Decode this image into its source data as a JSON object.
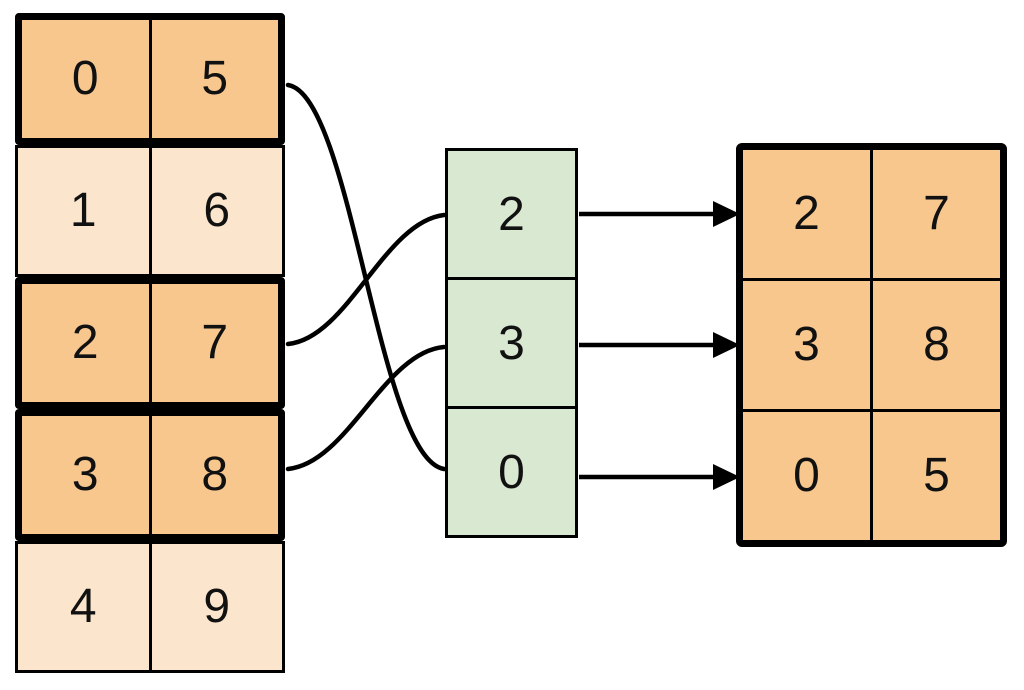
{
  "source_table": {
    "rows": [
      {
        "values": [
          "0",
          "5"
        ],
        "highlighted": true
      },
      {
        "values": [
          "1",
          "6"
        ],
        "highlighted": false
      },
      {
        "values": [
          "2",
          "7"
        ],
        "highlighted": true
      },
      {
        "values": [
          "3",
          "8"
        ],
        "highlighted": true
      },
      {
        "values": [
          "4",
          "9"
        ],
        "highlighted": false
      }
    ]
  },
  "index_column": {
    "values": [
      "2",
      "3",
      "0"
    ]
  },
  "result_table": {
    "rows": [
      [
        "2",
        "7"
      ],
      [
        "3",
        "8"
      ],
      [
        "0",
        "5"
      ]
    ]
  },
  "connections": [
    {
      "from_source_row": "2",
      "via_index": "2",
      "to_result_row": "0"
    },
    {
      "from_source_row": "3",
      "via_index": "3",
      "to_result_row": "1"
    },
    {
      "from_source_row": "0",
      "via_index": "0",
      "to_result_row": "2"
    }
  ],
  "colors": {
    "highlight_fill": "#F7C78E",
    "muted_fill": "#FBE5CD",
    "index_fill": "#D9E8D1",
    "stroke": "#000000",
    "background": "#FFFFFF"
  }
}
